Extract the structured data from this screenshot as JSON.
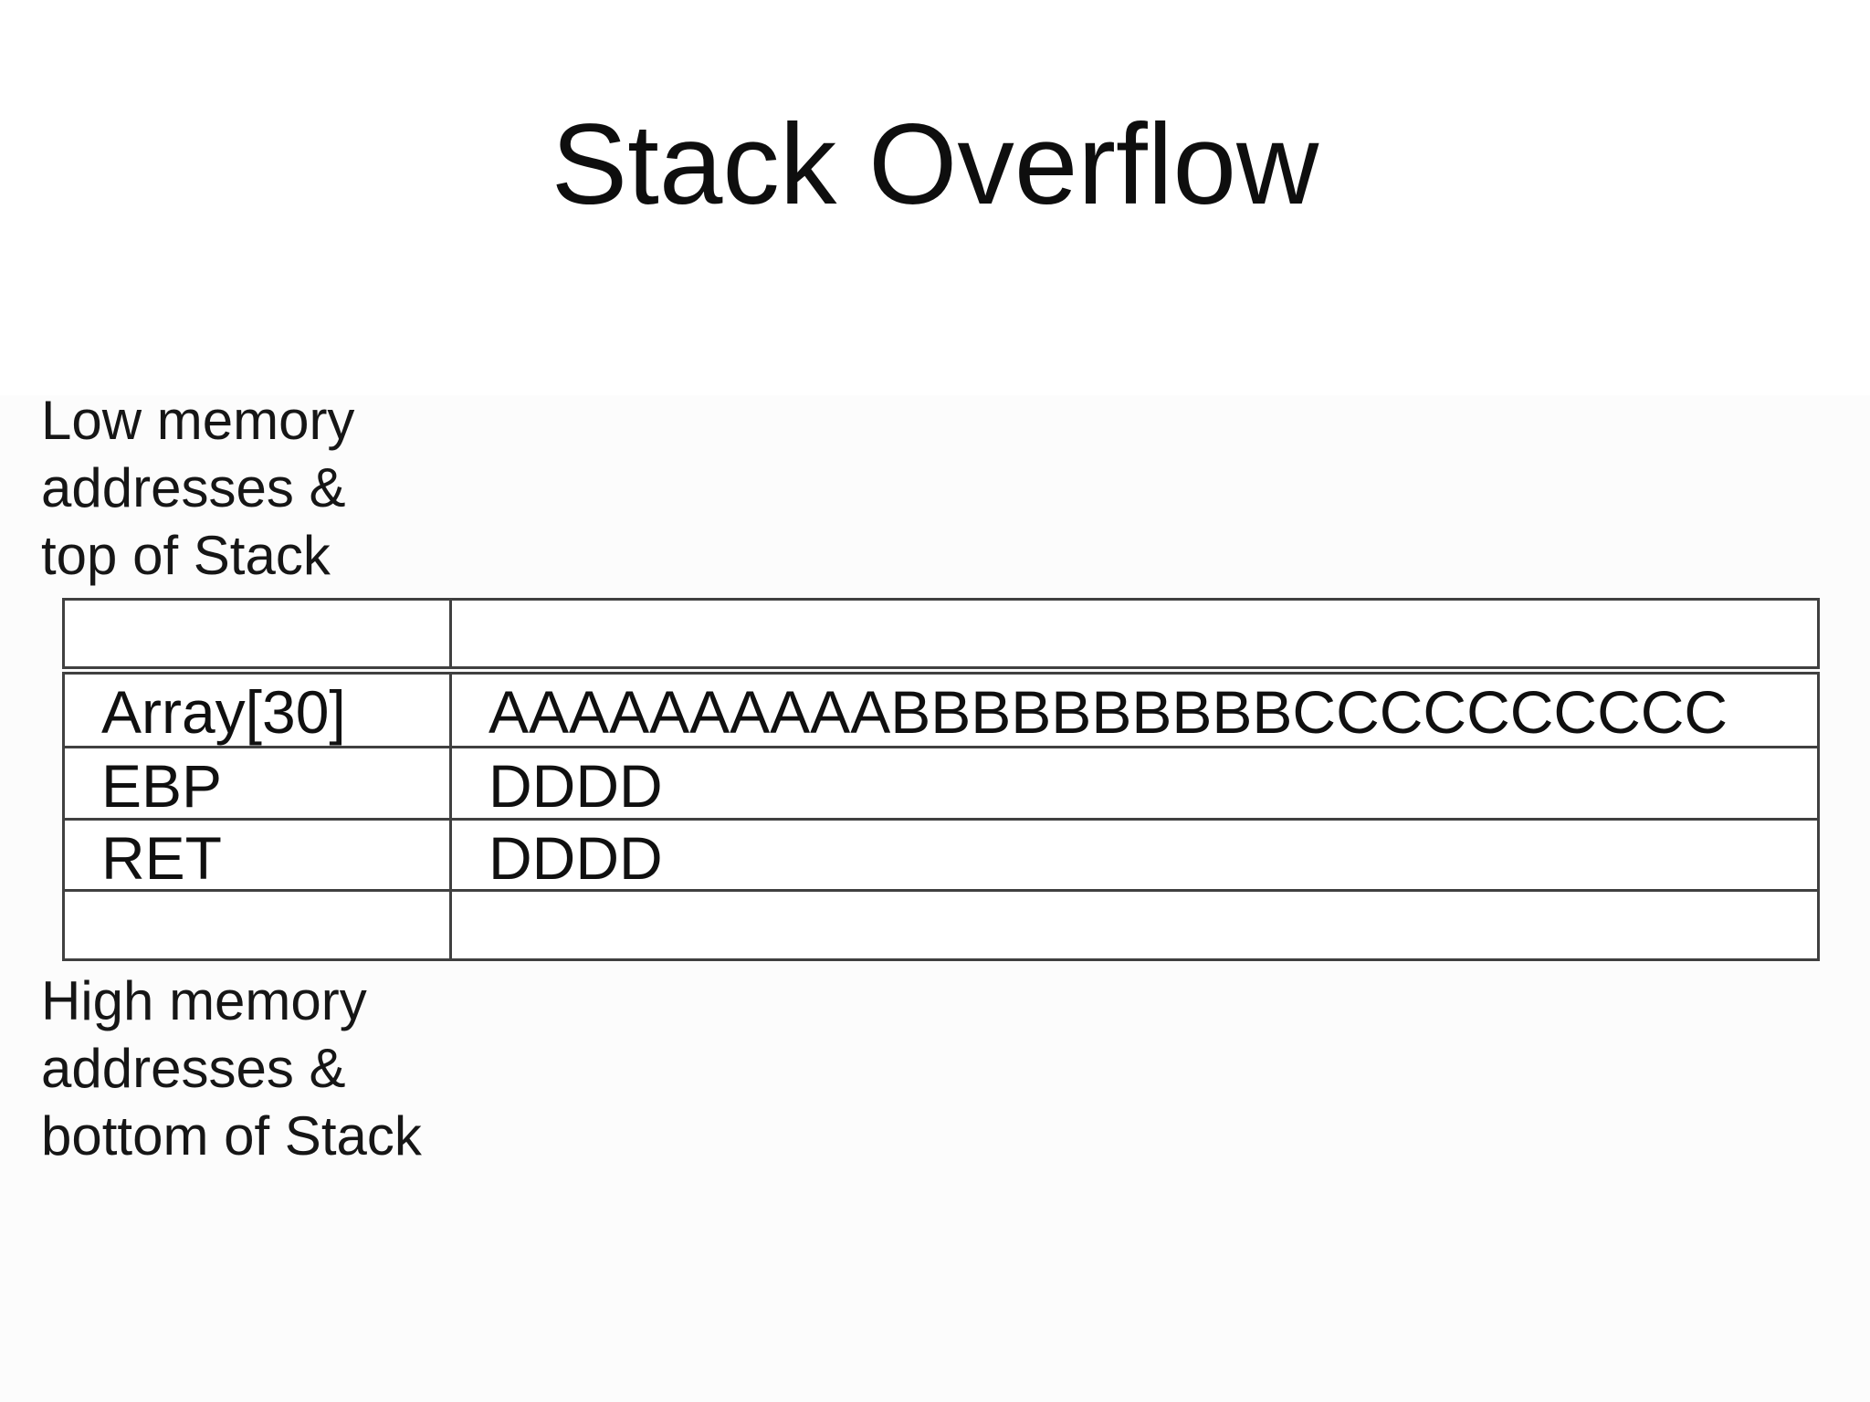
{
  "slide": {
    "title": "Stack Overflow",
    "low_memory_label": "Low memory\naddresses &\ntop of Stack",
    "high_memory_label": "High memory\naddresses &\nbottom of Stack"
  },
  "memory_table": {
    "rows": [
      {
        "label": "",
        "value": ""
      },
      {
        "label": "Array[30]",
        "value": "AAAAAAAAAABBBBBBBBBBCCCCCCCCCC"
      },
      {
        "label": "EBP",
        "value": "DDDD"
      },
      {
        "label": "RET",
        "value": "DDDD"
      },
      {
        "label": "",
        "value": ""
      }
    ]
  },
  "colors": {
    "border": "#404040",
    "text": "#111111",
    "background": "#ffffff"
  }
}
